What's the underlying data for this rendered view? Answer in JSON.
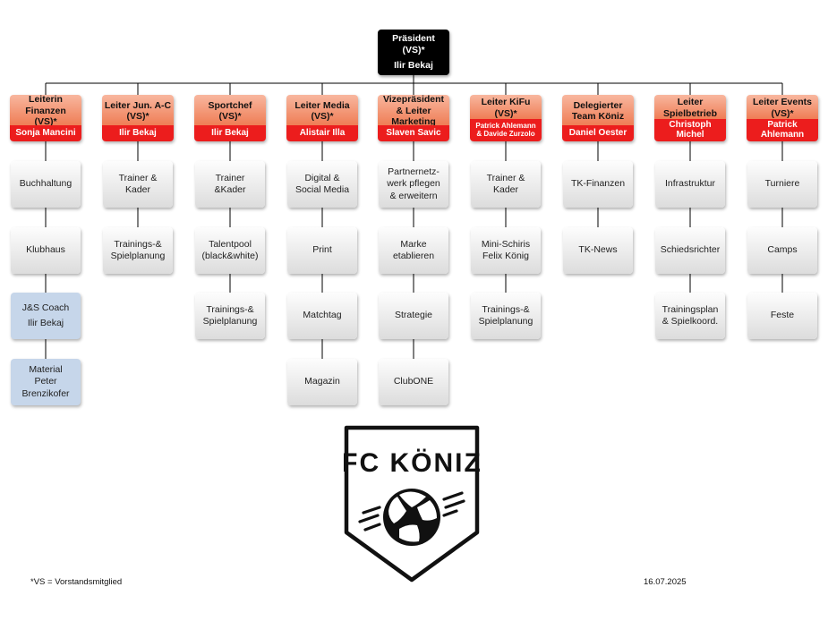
{
  "president": {
    "role": "Präsident",
    "vs": "(VS)*",
    "name": "Ilir Bekaj"
  },
  "departments": [
    {
      "role": [
        "Leiterin",
        "Finanzen",
        "(VS)*"
      ],
      "name": [
        "Sonja Mancini"
      ],
      "items": [
        [
          "Buchhaltung"
        ],
        [
          "Klubhaus"
        ],
        [
          "J&S Coach",
          "Ilir Bekaj"
        ],
        [
          "Material",
          "Peter",
          "Brenzikofer"
        ]
      ]
    },
    {
      "role": [
        "Leiter Jun. A-C",
        "(VS)*"
      ],
      "name": [
        "Ilir Bekaj"
      ],
      "items": [
        [
          "Trainer &",
          "Kader"
        ],
        [
          "Trainings-&",
          "Spielplanung"
        ]
      ]
    },
    {
      "role": [
        "Sportchef",
        "(VS)*"
      ],
      "name": [
        "Ilir Bekaj"
      ],
      "items": [
        [
          "Trainer",
          "&Kader"
        ],
        [
          "Talentpool",
          "(black&white)"
        ],
        [
          "Trainings-&",
          "Spielplanung"
        ]
      ]
    },
    {
      "role": [
        "Leiter Media",
        "(VS)*"
      ],
      "name": [
        "Alistair Illa"
      ],
      "items": [
        [
          "Digital &",
          "Social Media"
        ],
        [
          "Print"
        ],
        [
          "Matchtag"
        ],
        [
          "Magazin"
        ]
      ]
    },
    {
      "role": [
        "Vizepräsident",
        "& Leiter",
        "Marketing"
      ],
      "name": [
        "Slaven Savic"
      ],
      "items": [
        [
          "Partnernetz-",
          "werk pflegen",
          "& erweitern"
        ],
        [
          "Marke",
          "etablieren"
        ],
        [
          "Strategie"
        ],
        [
          "ClubONE"
        ]
      ]
    },
    {
      "role": [
        "Leiter KiFu",
        "(VS)*"
      ],
      "name": [
        "Patrick Ahlemann",
        "& Davide Zurzolo"
      ],
      "items": [
        [
          "Trainer &",
          "Kader"
        ],
        [
          "Mini-Schiris",
          "Felix König"
        ],
        [
          "Trainings-&",
          "Spielplanung"
        ]
      ]
    },
    {
      "role": [
        "Delegierter",
        "Team Köniz"
      ],
      "name": [
        "Daniel Oester"
      ],
      "items": [
        [
          "TK-Finanzen"
        ],
        [
          "TK-News"
        ]
      ]
    },
    {
      "role": [
        "Leiter",
        "Spielbetrieb"
      ],
      "name": [
        "Christoph",
        "Michel"
      ],
      "items": [
        [
          "Infrastruktur"
        ],
        [
          "Schiedsrichter"
        ],
        [
          "Trainingsplan",
          "& Spielkoord."
        ]
      ]
    },
    {
      "role": [
        "Leiter Events",
        "(VS)*"
      ],
      "name": [
        "Patrick",
        "Ahlemann"
      ],
      "items": [
        [
          "Turniere"
        ],
        [
          "Camps"
        ],
        [
          "Feste"
        ]
      ]
    }
  ],
  "logo": {
    "text": "FC KÖNIZ"
  },
  "footer": {
    "note": "*VS = Vorstandsmitglied",
    "date": "16.07.2025"
  },
  "colors": {
    "president": "#000000",
    "head_top": "#ef7d55",
    "head_name": "#ec1d1d",
    "item": "#e6e6e6",
    "item_highlight": "#c6d6ea"
  }
}
